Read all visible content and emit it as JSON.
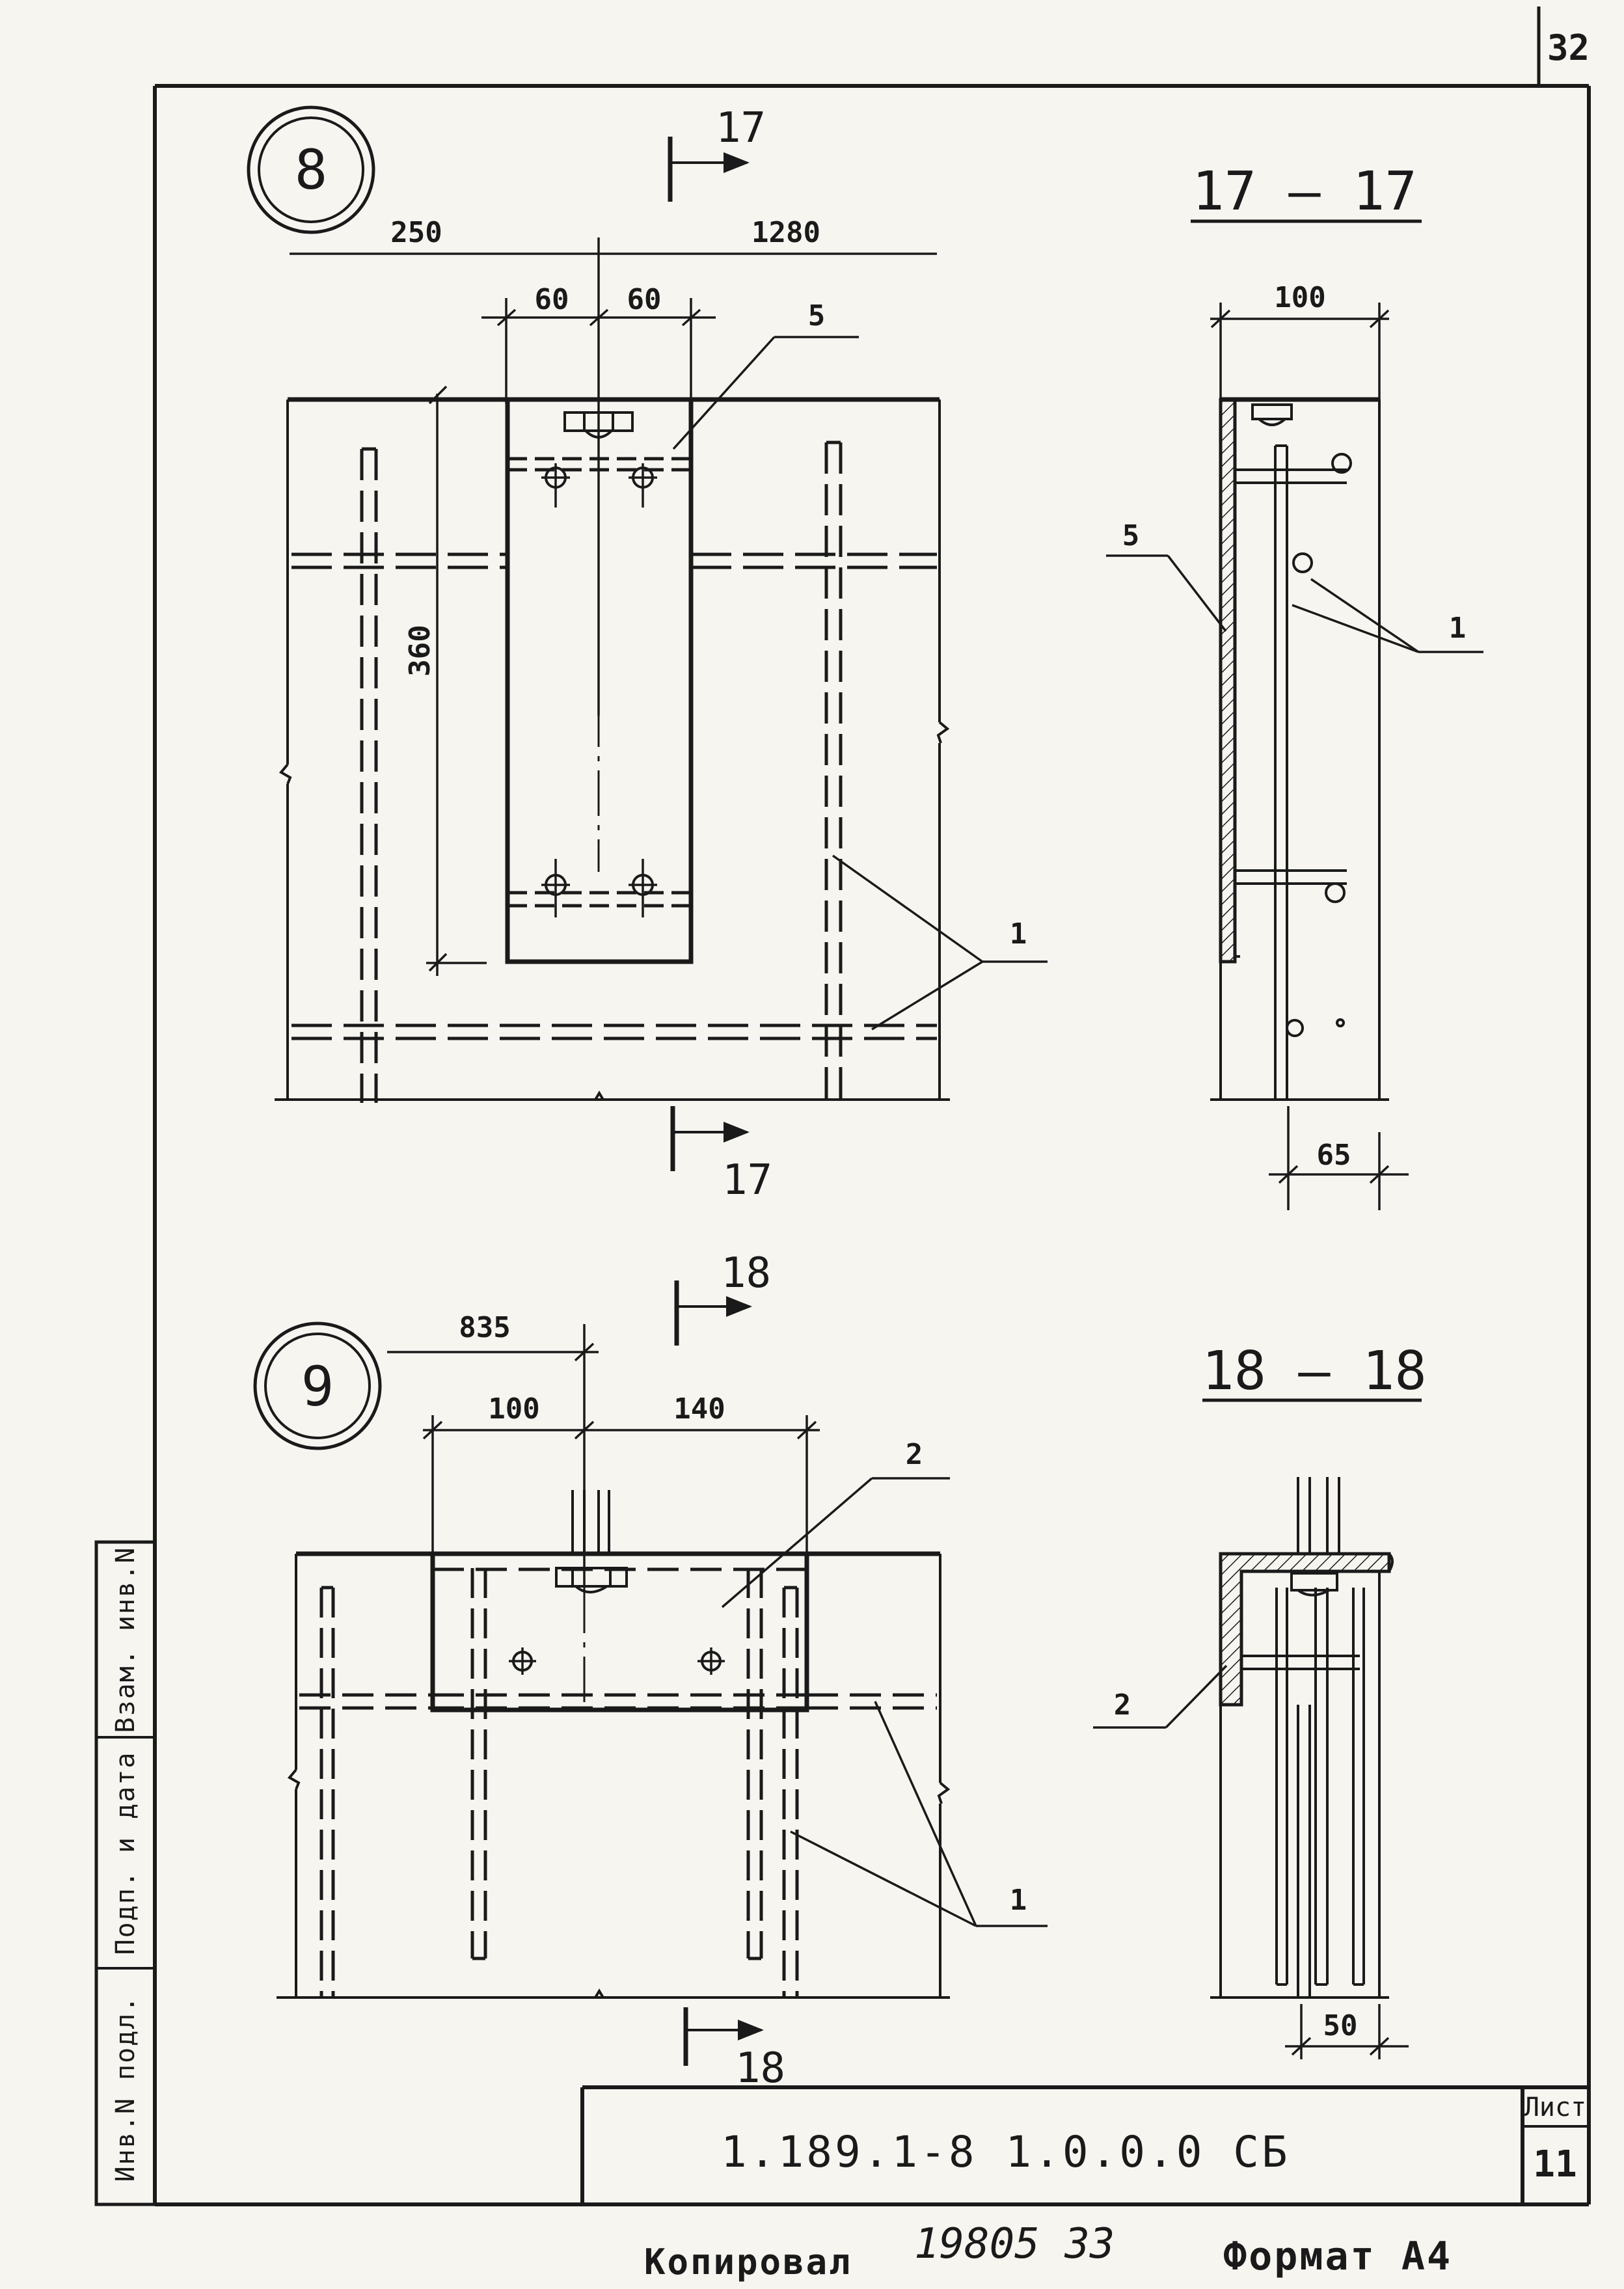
{
  "sheet_corner_number": "32",
  "detail_8": {
    "number": "8",
    "cut_label_top": "17",
    "cut_label_bottom": "17",
    "dims": {
      "left": "250",
      "right": "1280",
      "slot_left": "60",
      "slot_right": "60",
      "height": "360"
    },
    "callouts": {
      "plate": "5",
      "bars": "1"
    }
  },
  "section_17": {
    "title": "17 — 17",
    "dims": {
      "width": "100",
      "offset": "65"
    },
    "callouts": {
      "plate": "5",
      "bars": "1"
    }
  },
  "detail_9": {
    "number": "9",
    "cut_label_top": "18",
    "cut_label_bottom": "18",
    "dims": {
      "offset": "835",
      "left": "100",
      "right": "140"
    },
    "callouts": {
      "plate": "2",
      "bars": "1"
    }
  },
  "section_18": {
    "title": "18 — 18",
    "dims": {
      "offset": "50"
    },
    "callouts": {
      "plate": "2"
    }
  },
  "side_stamp": {
    "cells": [
      "Инв.N подл.",
      "Подп. и дата",
      "Взам. инв.N"
    ]
  },
  "title_block": {
    "code": "1.189.1-8  1.0.0.0 СБ",
    "sheet_label": "Лист",
    "sheet_number": "11"
  },
  "footer": {
    "copied_label": "Копировал",
    "order_number": "19805  33",
    "format_label": "Формат А4"
  }
}
